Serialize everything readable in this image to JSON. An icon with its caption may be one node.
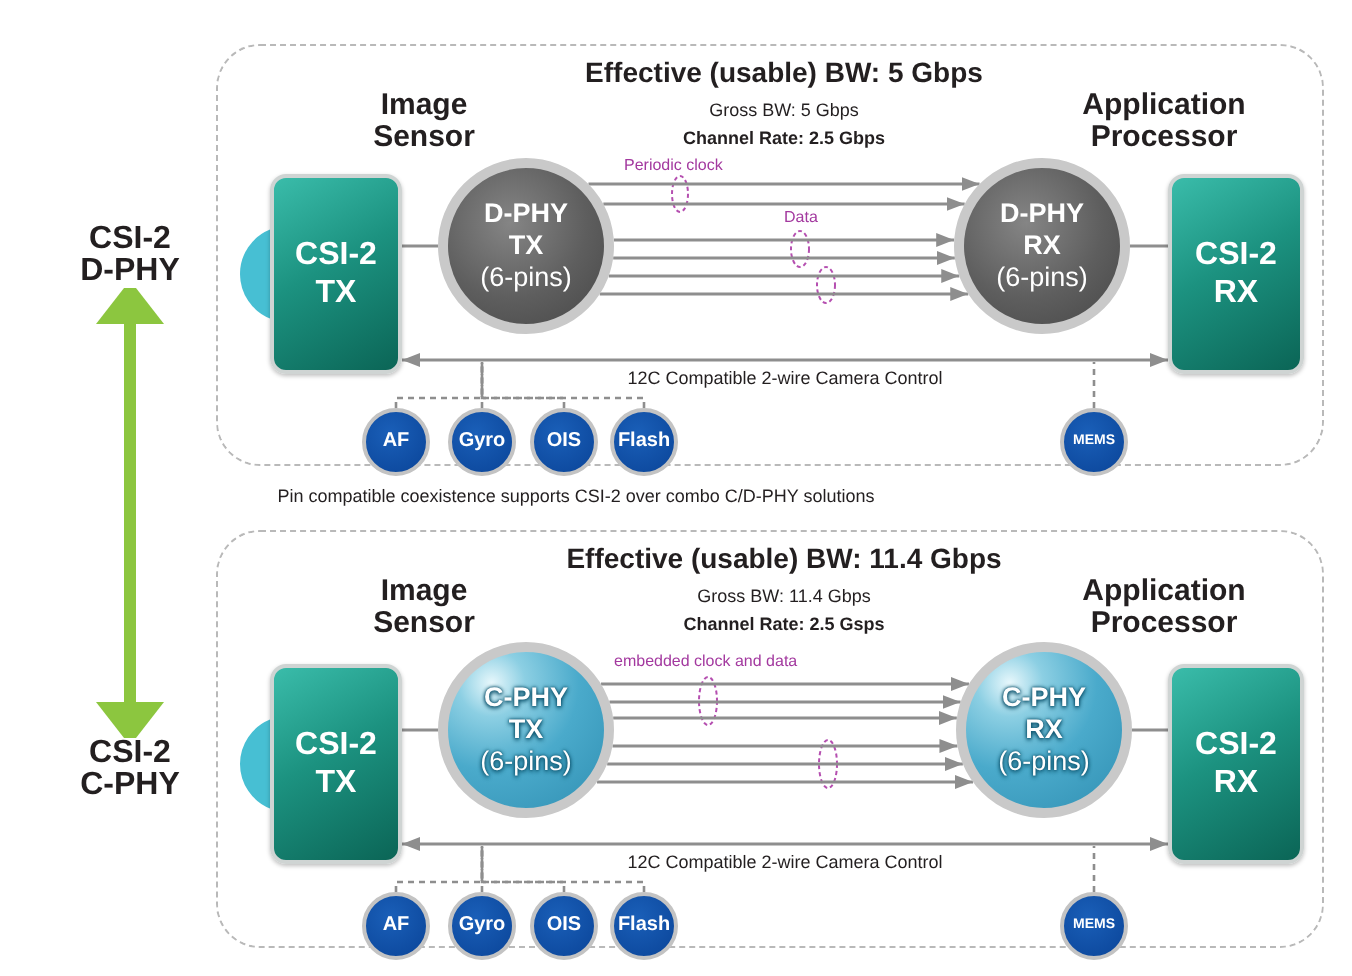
{
  "diagram": {
    "nodes": [
      {
        "text": [
          "Effective (usable) BW: 5 Gbps",
          "Gross BW: 5 Gbps",
          "Channel Rate: 2.5 Gbps"
        ]
      },
      {
        "text": [
          "CSI-2 TX"
        ],
        "in": 0
      },
      {
        "text": [
          "D-PHY TX",
          "(6-pins)"
        ],
        "in": 0
      },
      {
        "text": [
          "D-PHY RX",
          "(6-pins)"
        ],
        "in": 0
      },
      {
        "text": [
          "CSI-2 RX"
        ],
        "in": 0
      },
      {
        "text": [
          "AF"
        ]
      },
      {
        "text": [
          "Gyro"
        ]
      },
      {
        "text": [
          "OIS"
        ]
      },
      {
        "text": [
          "Flash"
        ]
      },
      {
        "text": [
          "MEMS"
        ]
      },
      {
        "text": [
          "CSI-2 D-PHY"
        ]
      },
      {
        "text": [
          "Effective (usable) BW: 11.4 Gbps",
          "Gross BW: 11.4 Gbps",
          "Channel Rate: 2.5 Gsps"
        ]
      },
      {
        "text": [
          "CSI-2 TX"
        ],
        "in": 11
      },
      {
        "text": [
          "C-PHY TX",
          "(6-pins)"
        ],
        "in": 11
      },
      {
        "text": [
          "C-PHY RX",
          "(6-pins)"
        ],
        "in": 11
      },
      {
        "text": [
          "CSI-2 RX"
        ],
        "in": 11
      },
      {
        "text": [
          "AF"
        ]
      },
      {
        "text": [
          "Gyro"
        ]
      },
      {
        "text": [
          "OIS"
        ]
      },
      {
        "text": [
          "Flash"
        ]
      },
      {
        "text": [
          "MEMS"
        ]
      },
      {
        "text": [
          "CSI-2 C-PHY"
        ]
      }
    ],
    "edges": [
      {
        "from": 1,
        "to": 2,
        "arrow": "none"
      },
      {
        "from": 2,
        "to": 3,
        "arrow": "to"
      },
      {
        "from": 2,
        "to": 3,
        "arrow": "to"
      },
      {
        "from": 2,
        "to": 3,
        "arrow": "to"
      },
      {
        "from": 2,
        "to": 3,
        "arrow": "to"
      },
      {
        "from": 2,
        "to": 3,
        "arrow": "to"
      },
      {
        "from": 2,
        "to": 3,
        "arrow": "to"
      },
      {
        "from": 3,
        "to": 4,
        "arrow": "none"
      },
      {
        "from": 1,
        "to": 4,
        "arrow": "both",
        "label": "12C Compatible 2-wire Camera Control"
      },
      {
        "from": 5,
        "to": null,
        "arrow": "none",
        "style": "dashed"
      },
      {
        "from": 6,
        "to": null,
        "arrow": "none",
        "style": "dashed"
      },
      {
        "from": 7,
        "to": null,
        "arrow": "none",
        "style": "dashed"
      },
      {
        "from": 8,
        "to": null,
        "arrow": "none",
        "style": "dashed"
      },
      {
        "from": 9,
        "to": null,
        "arrow": "none",
        "style": "dashed"
      },
      {
        "from": 12,
        "to": 13,
        "arrow": "none"
      },
      {
        "from": 13,
        "to": 14,
        "arrow": "to"
      },
      {
        "from": 13,
        "to": 14,
        "arrow": "to"
      },
      {
        "from": 13,
        "to": 14,
        "arrow": "to"
      },
      {
        "from": 13,
        "to": 14,
        "arrow": "to"
      },
      {
        "from": 13,
        "to": 14,
        "arrow": "to"
      },
      {
        "from": 13,
        "to": 14,
        "arrow": "to"
      },
      {
        "from": 14,
        "to": 15,
        "arrow": "none"
      },
      {
        "from": 12,
        "to": 15,
        "arrow": "both",
        "label": "12C Compatible 2-wire Camera Control"
      },
      {
        "from": 16,
        "to": null,
        "arrow": "none",
        "style": "dashed"
      },
      {
        "from": 17,
        "to": null,
        "arrow": "none",
        "style": "dashed"
      },
      {
        "from": 18,
        "to": null,
        "arrow": "none",
        "style": "dashed"
      },
      {
        "from": 19,
        "to": null,
        "arrow": "none",
        "style": "dashed"
      },
      {
        "from": 20,
        "to": null,
        "arrow": "none",
        "style": "dashed"
      },
      {
        "from": 10,
        "to": 21,
        "arrow": "both",
        "style": "thick",
        "color": "#8cc63f"
      }
    ],
    "labels": [
      "Image Sensor",
      "Application Processor",
      "Periodic clock",
      "Data",
      "Pin compatible coexistence supports CSI-2 over combo C/D-PHY solutions",
      "Image Sensor",
      "Application Processor",
      "embedded clock and data"
    ]
  }
}
